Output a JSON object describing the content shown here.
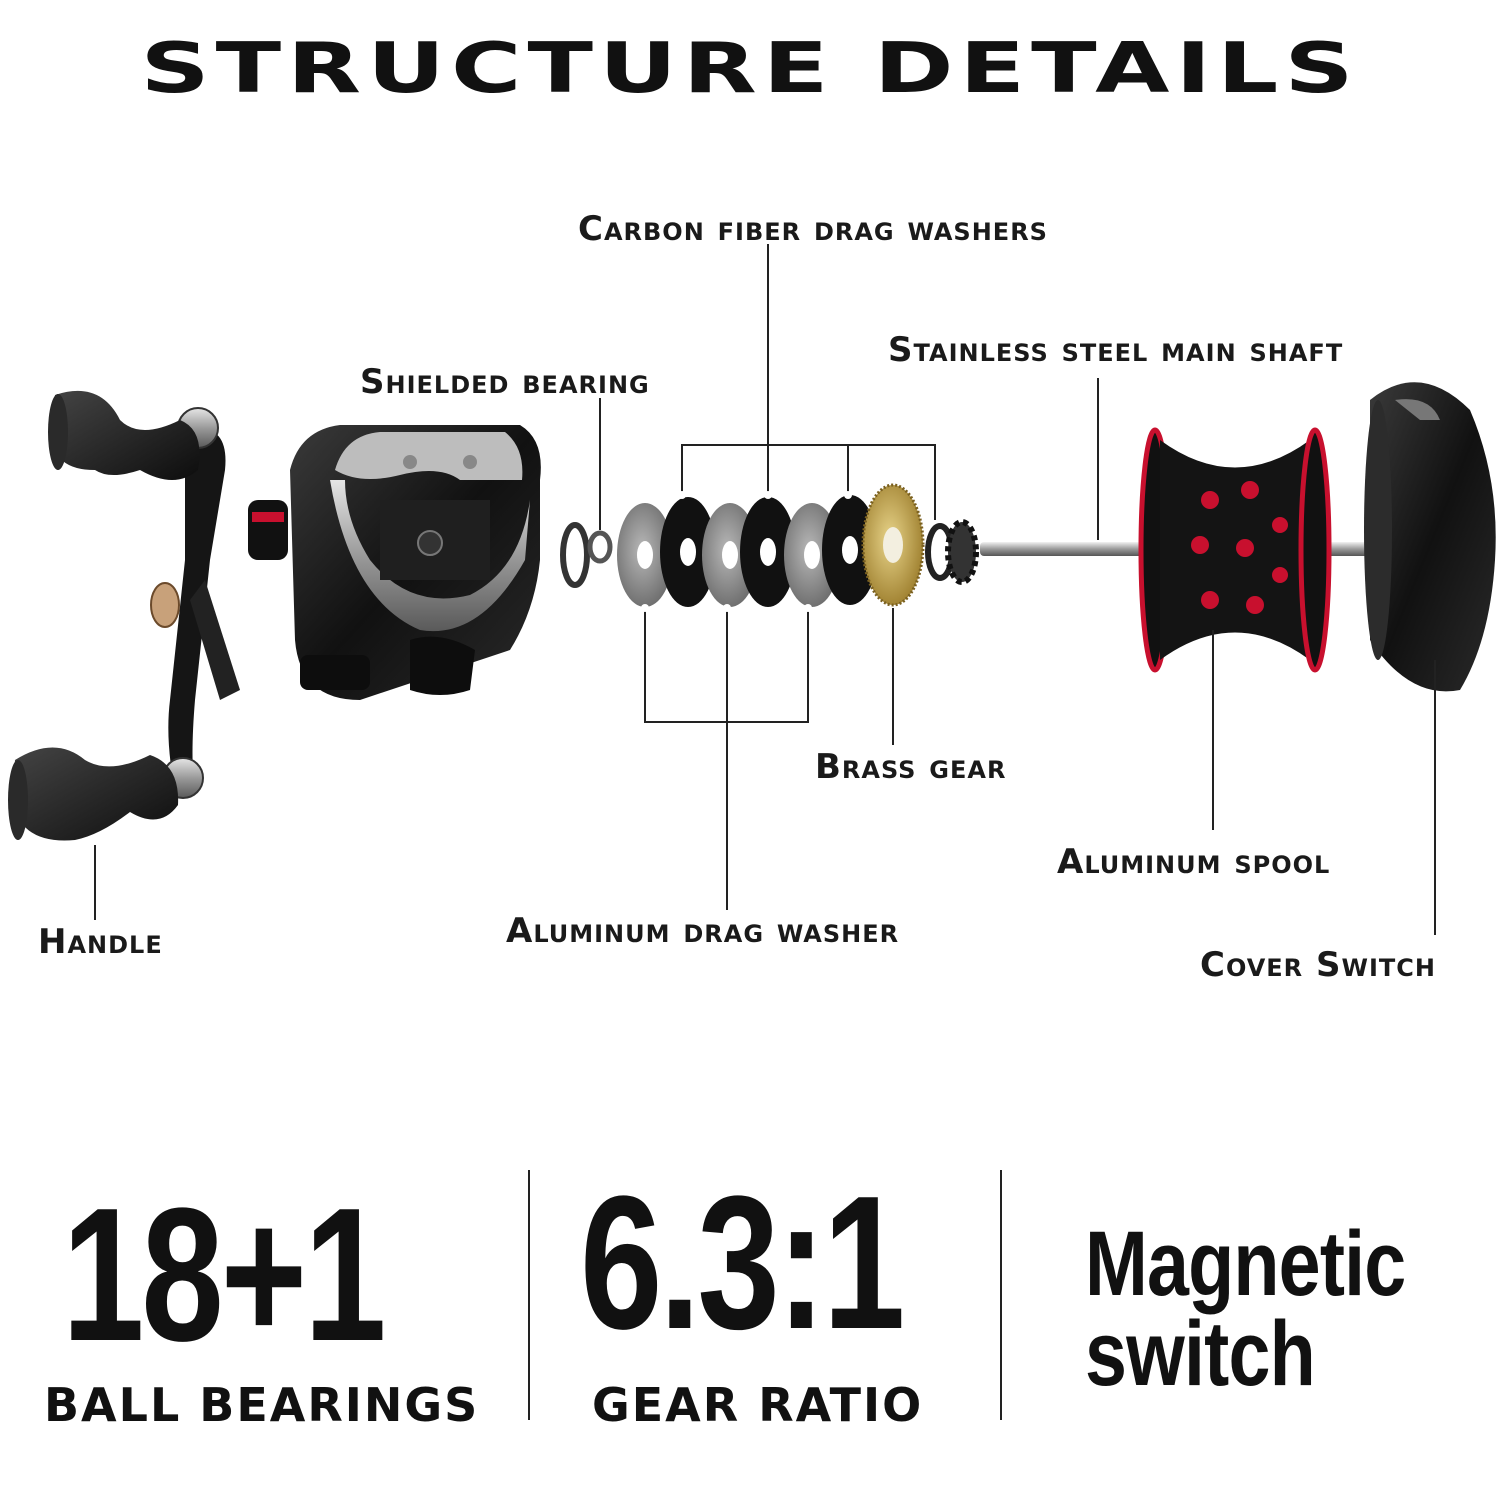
{
  "title": "STRUCTURE DETAILS",
  "labels": {
    "handle": "Handle",
    "shielded_bearing": "Shielded bearing",
    "carbon_fiber_drag_washers": "Carbon fiber drag washers",
    "aluminum_drag_washer": "Aluminum drag washer",
    "brass_gear": "Brass gear",
    "stainless_steel_main_shaft": "Stainless steel main shaft",
    "aluminum_spool": "Aluminum spool",
    "cover_switch": "Cover Switch"
  },
  "specs": {
    "bearings_value": "18+1",
    "bearings_label": "BALL BEARINGS",
    "gear_ratio_value": "6.3:1",
    "gear_ratio_label": "GEAR RATIO",
    "magnetic_line1": "Magnetic",
    "magnetic_line2": "switch"
  },
  "colors": {
    "text": "#111111",
    "reel_body": "#1a1a1a",
    "reel_silver": "#b5b5b5",
    "accent_red": "#c8102e",
    "brass": "#c9a94a",
    "aluminum": "#8a8a8a"
  }
}
